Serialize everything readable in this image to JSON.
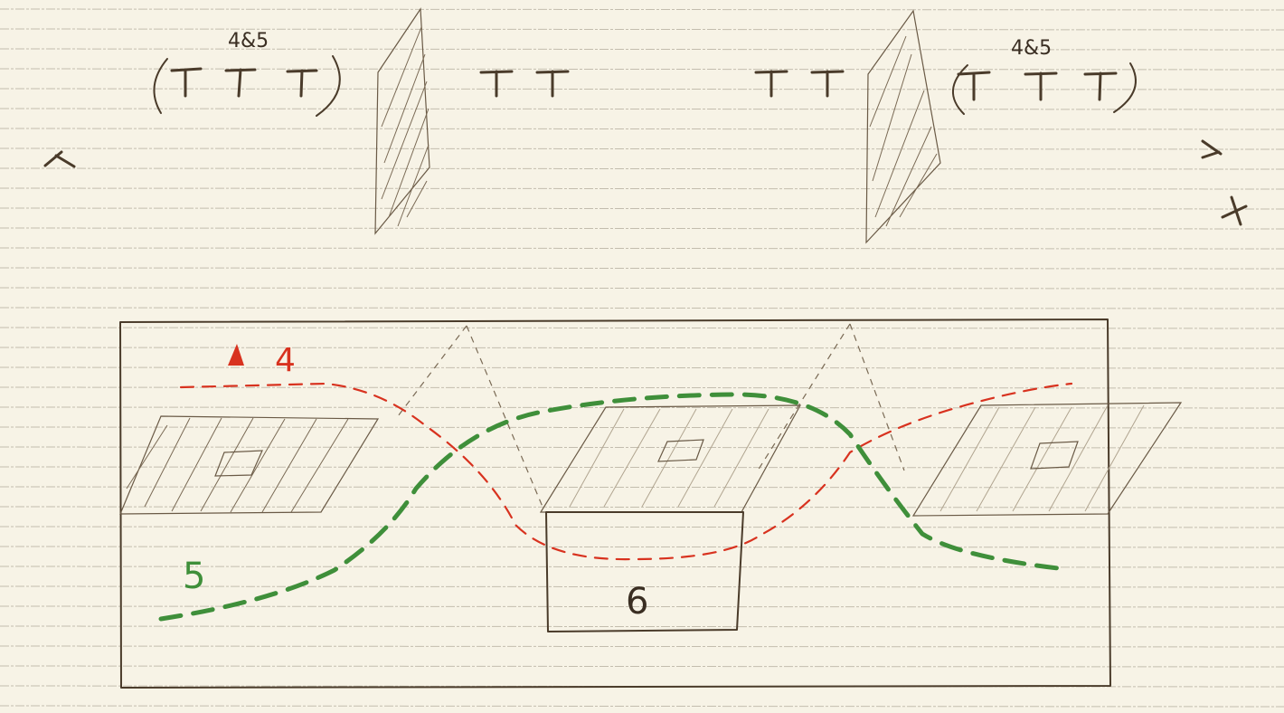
{
  "labels": {
    "left_group_note": "4&5",
    "right_group_note": "4&5",
    "red_path_label": "4",
    "green_path_label": "5",
    "box_label": "6"
  },
  "colors": {
    "paper": "#f7f3e6",
    "ink": "#4a3b2a",
    "red_path": "#d8321f",
    "green_path": "#3f8f3a",
    "rule_lines": "#9a9282"
  }
}
